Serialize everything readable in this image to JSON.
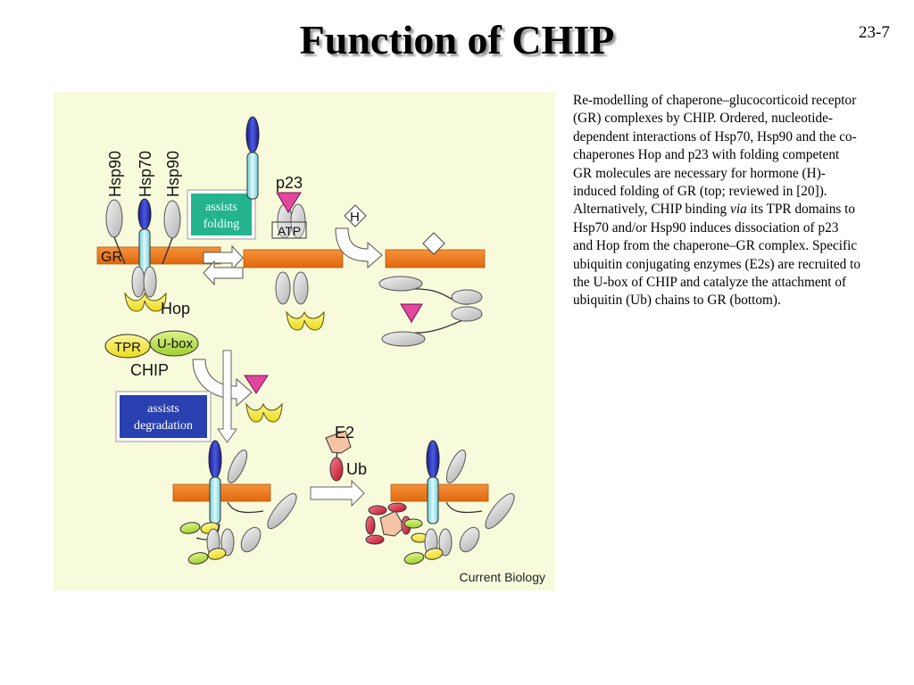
{
  "slide": {
    "title": "Function of CHIP",
    "number": "23-7"
  },
  "figure": {
    "labels": {
      "hsp90_left": "Hsp90",
      "hsp70": "Hsp70",
      "hsp90_right": "Hsp90",
      "gr": "GR",
      "hop": "Hop",
      "tpr": "TPR",
      "ubox": "U-box",
      "chip": "CHIP",
      "p23": "p23",
      "atp": "ATP",
      "hormone": "H",
      "e2": "E2",
      "ub": "Ub",
      "credit": "Current Biology"
    },
    "boxes": {
      "folding_line1": "assists",
      "folding_line2": "folding",
      "degradation_line1": "assists",
      "degradation_line2": "degradation"
    },
    "colors": {
      "background": "#f8fadc",
      "gr_bar": "#f07a1c",
      "hsp70_blue": "#2e2ec0",
      "hsp70_cyan": "#9fe8ee",
      "hop_yellow": "#f4ea46",
      "tpr_yellow": "#f4ea46",
      "ubox_green": "#b8e048",
      "p23_magenta": "#e0489e",
      "ub_red": "#d42038",
      "e2_peach": "#f4c4a4",
      "folding_box": "#23b48e",
      "degradation_box": "#2840b0"
    }
  },
  "caption": {
    "part1": "Re-modelling of chaperone–glucocorticoid receptor (GR) complexes by CHIP. Ordered, nucleotide-dependent interactions of Hsp70, Hsp90 and the co-chaperones Hop and p23 with folding competent GR molecules are necessary for hormone (H)-induced folding of GR (top; reviewed in [20]). Alternatively, CHIP binding ",
    "italic": "via",
    "part2": " its TPR domains to Hsp70 and/or Hsp90 induces dissociation of p23 and Hop from the chaperone–GR complex. Specific ubiquitin conjugating enzymes (E2s) are recruited to the U-box of CHIP and catalyze the attachment of ubiquitin (Ub) chains to GR (bottom)."
  }
}
